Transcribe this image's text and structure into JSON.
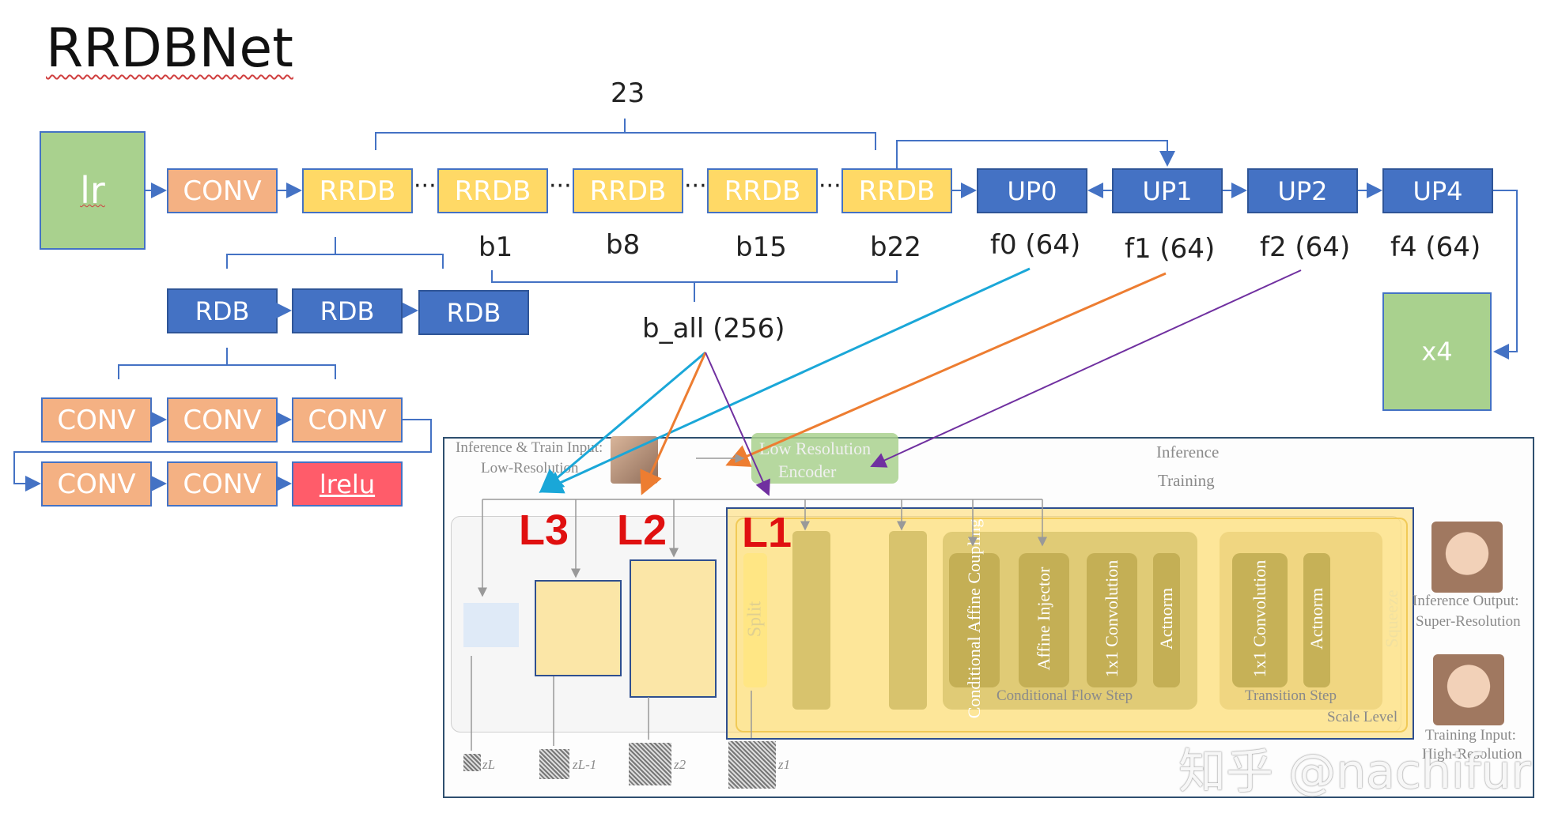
{
  "title": "RRDBNet",
  "count_label": "23",
  "input_label": "lr",
  "main_row": {
    "conv": "CONV",
    "rrdb": [
      "RRDB",
      "RRDB",
      "RRDB",
      "RRDB",
      "RRDB"
    ],
    "up": [
      "UP0",
      "UP1",
      "UP2",
      "UP4"
    ],
    "ellipsis": "···"
  },
  "block_labels": [
    "b1",
    "b8",
    "b15",
    "b22"
  ],
  "feature_labels": [
    "f0 (64)",
    "f1 (64)",
    "f2 (64)",
    "f4 (64)"
  ],
  "b_all": "b_all (256)",
  "output_label": "x4",
  "rdb_row": [
    "RDB",
    "RDB",
    "RDB"
  ],
  "conv_row1": [
    "CONV",
    "CONV",
    "CONV"
  ],
  "conv_row2": [
    "CONV",
    "CONV",
    "lrelu"
  ],
  "level_labels": [
    "L3",
    "L2",
    "L1"
  ],
  "paper": {
    "inference_input": "Inference & Train Input:",
    "inference_input2": "Low-Resolution",
    "encoder": "Low Resolution",
    "encoder2": "Encoder",
    "mode1": "Inference",
    "mode2": "Training",
    "split": "Split",
    "cond_coupling": "Conditional Affine Coupling",
    "affine_injector": "Affine Injector",
    "conv1x1": "1x1 Convolution",
    "actnorm": "Actnorm",
    "trans_conv": "1x1 Convolution",
    "trans_actnorm": "Actnorm",
    "squeeze": "Squeeze",
    "cond_flow_step": "Conditional Flow Step",
    "transition_step": "Transition Step",
    "scale_level": "Scale Level",
    "inference_output": "Inference Output:",
    "inference_output2": "Super-Resolution",
    "training_input": "Training Input:",
    "training_input2": "High-Resolution",
    "z_labels": [
      "zL",
      "zL-1",
      "z2",
      "z1"
    ]
  },
  "watermark": "知乎 @nachifur",
  "colors": {
    "conv": "#f4b183",
    "rrdb": "#ffd966",
    "up": "#4472c4",
    "green": "#a9d18e",
    "lrelu": "#ff5c6a",
    "f0_arrow": "#1aa7d8",
    "f1_arrow": "#ed7d31",
    "f2_arrow": "#7030a0",
    "level_label": "#e01010"
  }
}
